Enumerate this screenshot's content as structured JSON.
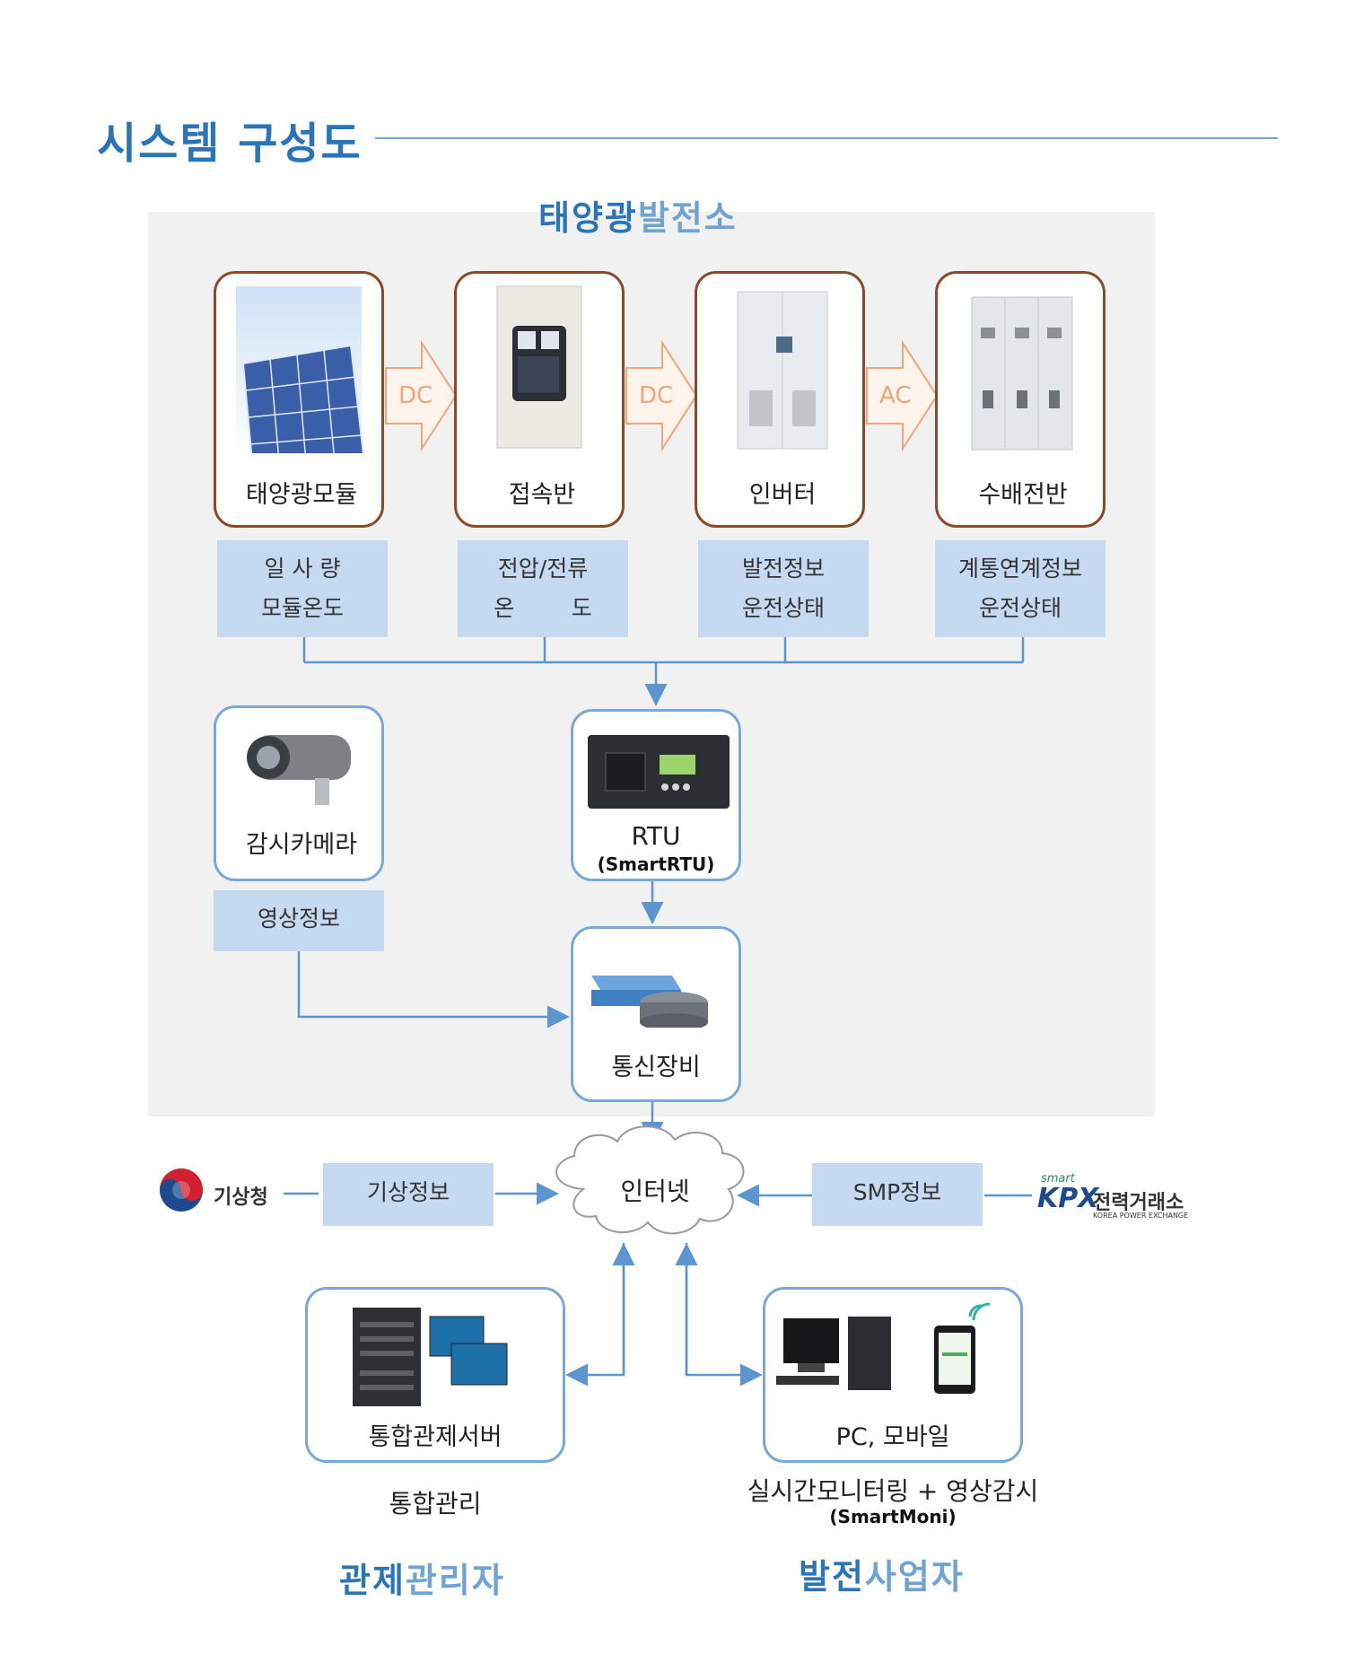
{
  "page_title": "시스템 구성도",
  "plant": {
    "title_bold": "태양광",
    "title_light": "발전소",
    "equipment": [
      {
        "label": "태양광모듈"
      },
      {
        "label": "접속반"
      },
      {
        "label": "인버터"
      },
      {
        "label": "수배전반"
      }
    ],
    "flow_labels": [
      "DC",
      "DC",
      "AC"
    ],
    "info": [
      {
        "line1": "일 사 량",
        "line2": "모듈온도"
      },
      {
        "line1": "전압/전류",
        "line2": "온        도"
      },
      {
        "line1": "발전정보",
        "line2": "운전상태"
      },
      {
        "line1": "계통연계정보",
        "line2": "운전상태"
      }
    ],
    "camera_label": "감시카메라",
    "camera_info": "영상정보",
    "rtu_label": "RTU",
    "rtu_sub": "(SmartRTU)",
    "comm_label": "통신장비"
  },
  "internet": {
    "label": "인터넷",
    "weather_agency": "기상청",
    "weather_info": "기상정보",
    "smp_info": "SMP정보",
    "kpx_small": "smart",
    "kpx_logo": "KPX",
    "kpx_name": "전력거래소",
    "kpx_en": "KOREA POWER EXCHANGE"
  },
  "server": {
    "label": "통합관제서버",
    "caption": "통합관리"
  },
  "client": {
    "label": "PC, 모바일",
    "caption": "실시간모니터링 + 영상감시",
    "caption_sub": "(SmartMoni)"
  },
  "roles": {
    "control_bold": "관제",
    "control_light": "관리자",
    "operator_bold": "발전",
    "operator_light": "사업자"
  },
  "colors": {
    "title_blue": "#2a74b8",
    "light_blue": "#6fa3d6",
    "info_box": "#c5daf0",
    "card_border_brown": "#8a4a2c",
    "card_border_blue": "#7aa9d8",
    "flow_arrow": "#f2a57a",
    "line_blue": "#5b96cf"
  }
}
